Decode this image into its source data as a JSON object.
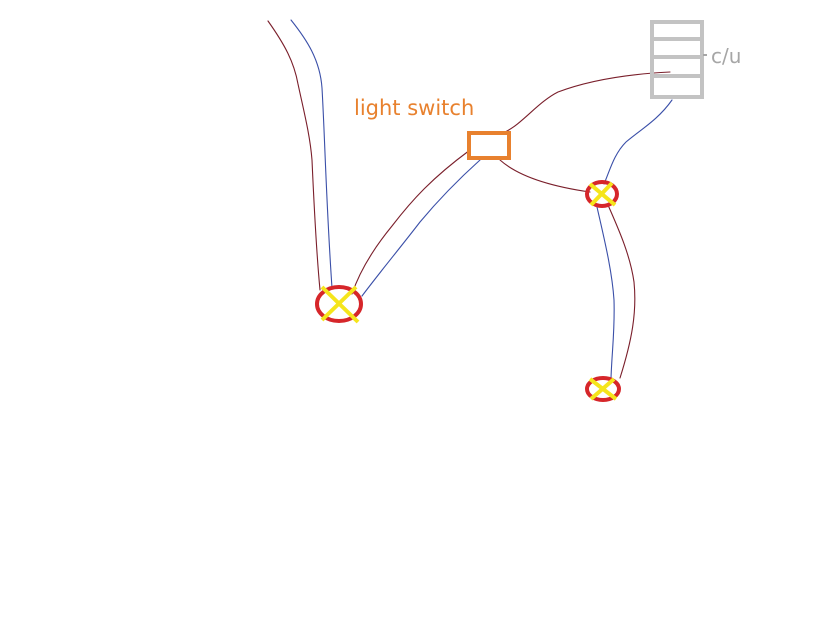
{
  "diagram": {
    "labels": {
      "light_switch": "light switch",
      "consumer_unit": "c/u"
    },
    "colors": {
      "background": "#ffffff",
      "live_wire": "#7a1f2b",
      "neutral_wire": "#3a4fa8",
      "switch": "#e8812e",
      "consumer_unit": "#c3c3c3",
      "label_switch": "#e8812e",
      "label_consumer_unit": "#a6a6a6",
      "light_ring": "#d6262a",
      "light_cross": "#f5e51b"
    },
    "components": {
      "light_switch": "light-switch-box",
      "consumer_unit": "consumer-unit-box",
      "lights": [
        "light-fitting-main",
        "light-fitting-upper-right",
        "light-fitting-lower-right"
      ]
    }
  }
}
